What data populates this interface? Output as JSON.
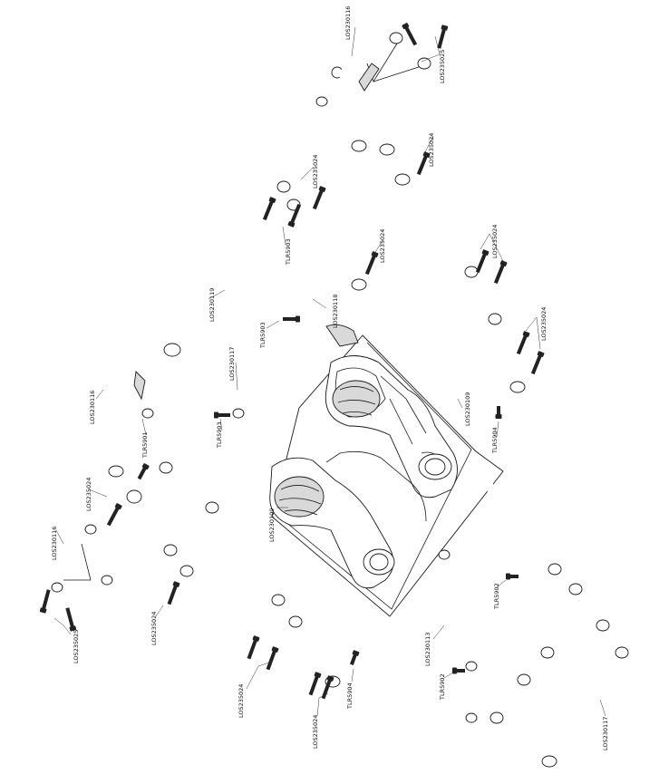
{
  "diagram": {
    "colors": {
      "background": "#ffffff",
      "line": "#1a1a1a",
      "screw": "#222222"
    },
    "labels": {
      "upper_brace": "LOS230116",
      "upper_screws": "LOS235025",
      "screws_a": "LOS235024",
      "screws_b": "LOS235024",
      "screws_c": "LOS235024",
      "screws_d": "LOS235024",
      "tlr_a": "TLR5903",
      "tube_long": "LOS230119",
      "tube_mid": "LOS230118",
      "tlr_b": "TLR5903",
      "tube_short": "LOS230117",
      "tlr_c": "TLR5903",
      "seat_upper": "LOS230109",
      "tlr_d": "TLR5904",
      "cage_left": "LOS230116",
      "tlr_e": "TLR5901",
      "screws_left": "LOS235024",
      "brace_left": "LOS230116",
      "screws_left2": "LOS235025",
      "screws_bottom": "LOS235024",
      "seat_lower": "LOS230109",
      "screws_bottom2": "LOS235024",
      "screws_bottom3": "LOS235024",
      "tlr_f": "TLR5904",
      "frame_label": "LOS230113",
      "tlr_g": "TLR5902",
      "tlr_h": "TLR5902",
      "frame_right": "LOS230117"
    }
  }
}
